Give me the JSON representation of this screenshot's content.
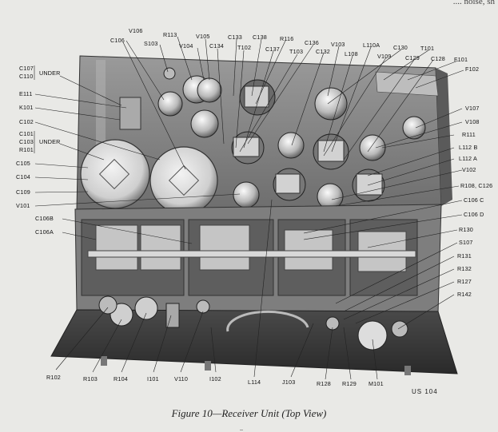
{
  "header_fragment": ".... noise, sh",
  "figure_code": "US 104",
  "caption": "Figure 10—Receiver Unit (Top View)",
  "page_number": "..",
  "labels": {
    "V106": "V106",
    "S103": "S103",
    "R113": "R113",
    "V104": "V104",
    "V105": "V105",
    "C106": "C106",
    "C133": "C133",
    "C138": "C138",
    "R116": "R116",
    "C136": "C136",
    "V103": "V103",
    "C134": "C134",
    "T102": "T102",
    "C137": "C137",
    "T103": "T103",
    "C132": "C132",
    "L108": "L108",
    "L110A": "L110A",
    "C130": "C130",
    "T101": "T101",
    "V109": "V109",
    "C129": "C129",
    "C128": "C128",
    "F101": "F101",
    "F102": "F102",
    "C107": "C107",
    "C110": "C110",
    "UNDER_A": "UNDER",
    "E111": "E111",
    "K101": "K101",
    "C102": "C102",
    "C101": "C101",
    "C103": "C103",
    "R101": "R101",
    "UNDER_B": "UNDER",
    "C105": "C105",
    "C104": "C104",
    "C109": "C109",
    "V101": "V101",
    "C106B": "C106B",
    "C106A": "C106A",
    "V107": "V107",
    "V108": "V108",
    "R111": "R111",
    "L112B": "L112 B",
    "L112A": "L112 A",
    "V102": "V102",
    "R108C126": "R108, C126",
    "C106C": "C106 C",
    "C106D": "C106 D",
    "R130": "R130",
    "S107": "S107",
    "R131": "R131",
    "R132": "R132",
    "R127": "R127",
    "R142": "R142",
    "R102": "R102",
    "R103": "R103",
    "R104": "R104",
    "I101": "I101",
    "V110": "V110",
    "I102": "I102",
    "L114": "L114",
    "J103": "J103",
    "R128": "R128",
    "R129": "R129",
    "M101": "M101"
  },
  "colors": {
    "page": "#e9e9e6",
    "chassis": "#8e8e8e",
    "chassis_dark": "#4e4e4e",
    "base": "#3a3a3a",
    "tube": "#d6d6d6",
    "caption": "#222222"
  }
}
